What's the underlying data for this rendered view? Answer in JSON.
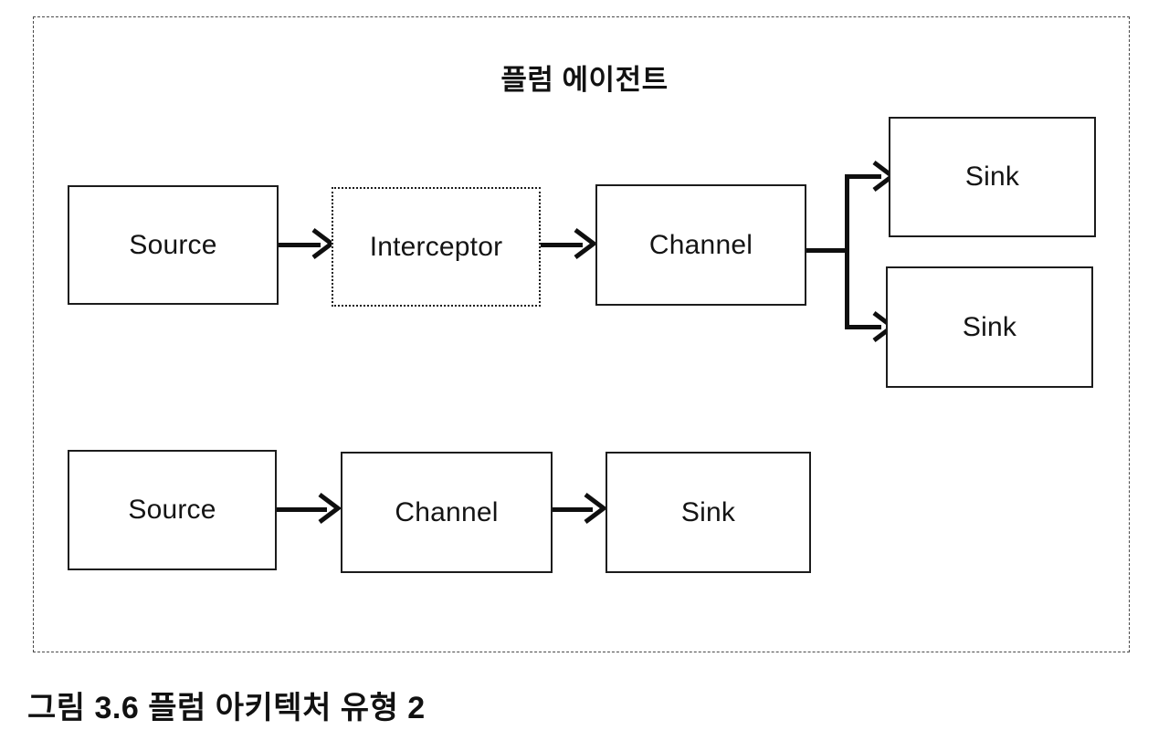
{
  "figure": {
    "caption": "그림 3.6 플럼 아키텍처 유형 2",
    "agent_title": "플럼 에이전트",
    "container_style": "dashed",
    "background_color": "#ffffff",
    "line_color": "#0f0f0f",
    "text_color": "#141414"
  },
  "flows": {
    "top": {
      "nodes": [
        {
          "id": "source",
          "label": "Source",
          "border": "solid"
        },
        {
          "id": "interceptor",
          "label": "Interceptor",
          "border": "dotted"
        },
        {
          "id": "channel",
          "label": "Channel",
          "border": "solid"
        },
        {
          "id": "sink_upper",
          "label": "Sink",
          "border": "solid"
        },
        {
          "id": "sink_lower",
          "label": "Sink",
          "border": "solid"
        }
      ],
      "edges": [
        {
          "from": "source",
          "to": "interceptor",
          "kind": "arrow"
        },
        {
          "from": "interceptor",
          "to": "channel",
          "kind": "arrow"
        },
        {
          "from": "channel",
          "to": "sink_upper",
          "kind": "branch-arrow"
        },
        {
          "from": "channel",
          "to": "sink_lower",
          "kind": "branch-arrow"
        }
      ]
    },
    "bottom": {
      "nodes": [
        {
          "id": "source2",
          "label": "Source",
          "border": "solid"
        },
        {
          "id": "channel2",
          "label": "Channel",
          "border": "solid"
        },
        {
          "id": "sink2",
          "label": "Sink",
          "border": "solid"
        }
      ],
      "edges": [
        {
          "from": "source2",
          "to": "channel2",
          "kind": "arrow"
        },
        {
          "from": "channel2",
          "to": "sink2",
          "kind": "arrow"
        }
      ]
    }
  }
}
